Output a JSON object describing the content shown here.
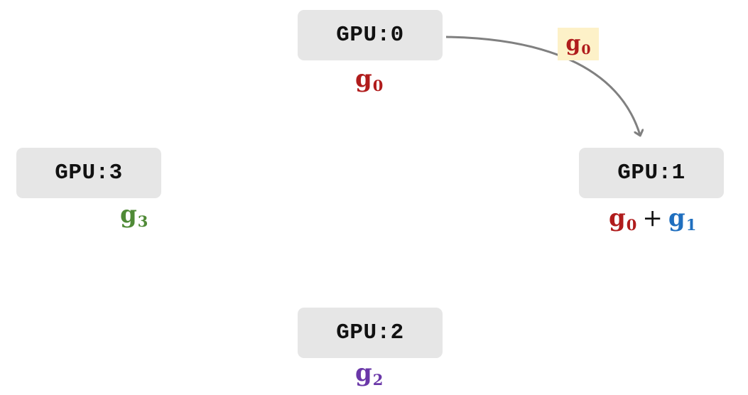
{
  "nodes": [
    {
      "id": "gpu0",
      "label": "GPU:0"
    },
    {
      "id": "gpu1",
      "label": "GPU:1"
    },
    {
      "id": "gpu2",
      "label": "GPU:2"
    },
    {
      "id": "gpu3",
      "label": "GPU:3"
    }
  ],
  "gradients": {
    "gpu0": {
      "terms": [
        {
          "base": "g",
          "sub": "0"
        }
      ]
    },
    "gpu1": {
      "terms": [
        {
          "base": "g",
          "sub": "0"
        },
        {
          "base": "g",
          "sub": "1"
        }
      ],
      "operator": "+"
    },
    "gpu2": {
      "terms": [
        {
          "base": "g",
          "sub": "2"
        }
      ]
    },
    "gpu3": {
      "terms": [
        {
          "base": "g",
          "sub": "3"
        }
      ]
    }
  },
  "message": {
    "from": "gpu0",
    "to": "gpu1",
    "base": "g",
    "sub": "0"
  },
  "colors": {
    "g0": "#b01c1c",
    "g1": "#1f6fbf",
    "g2": "#6a37a8",
    "g3": "#4f8a36",
    "box": "#e6e6e6",
    "arrow": "#808080",
    "badge": "#fdf1c8"
  }
}
